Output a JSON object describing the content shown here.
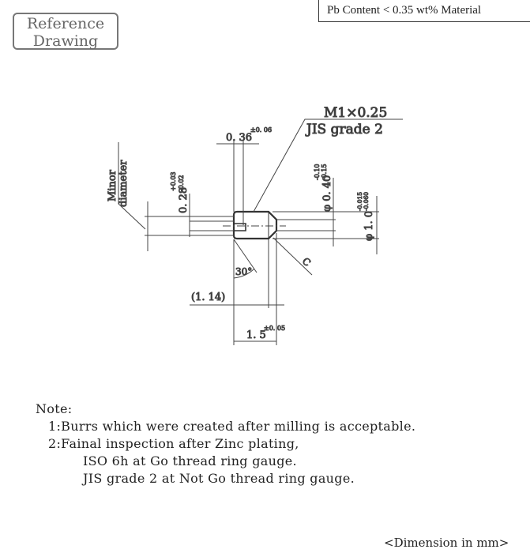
{
  "header": {
    "reference_line1": "Reference",
    "reference_line2": "Drawing",
    "material": "Pb Content < 0.35 wt% Material"
  },
  "drawing": {
    "thread_spec": "M1×0.25",
    "thread_grade": "JIS grade 2",
    "slot_width": "0. 36",
    "slot_width_tol": "±0. 06",
    "slot_depth": "0. 28",
    "slot_depth_tol_upper": "+0.03",
    "slot_depth_tol_lower": "-0.02",
    "minor_label_1": "Minor",
    "minor_label_2": "diameter",
    "tip_dia": "φ 0. 40",
    "tip_dia_tol_upper": "-0.10",
    "tip_dia_tol_lower": "-0.15",
    "outer_dia": "φ 1. 0",
    "outer_dia_tol_upper": "-0.015",
    "outer_dia_tol_lower": "-0.060",
    "chamfer": "C",
    "angle": "30°",
    "ref_length": "(1. 14)",
    "length": "1. 5",
    "length_tol": "±0. 05"
  },
  "notes": {
    "title": "Note:",
    "items": [
      "1:Burrs which were created after milling is acceptable.",
      "2:Fainal inspection after Zinc plating,",
      "ISO 6h at Go thread ring gauge.",
      "JIS grade 2 at Not Go thread ring gauge."
    ]
  },
  "footer": {
    "units": "<Dimension in mm>"
  }
}
